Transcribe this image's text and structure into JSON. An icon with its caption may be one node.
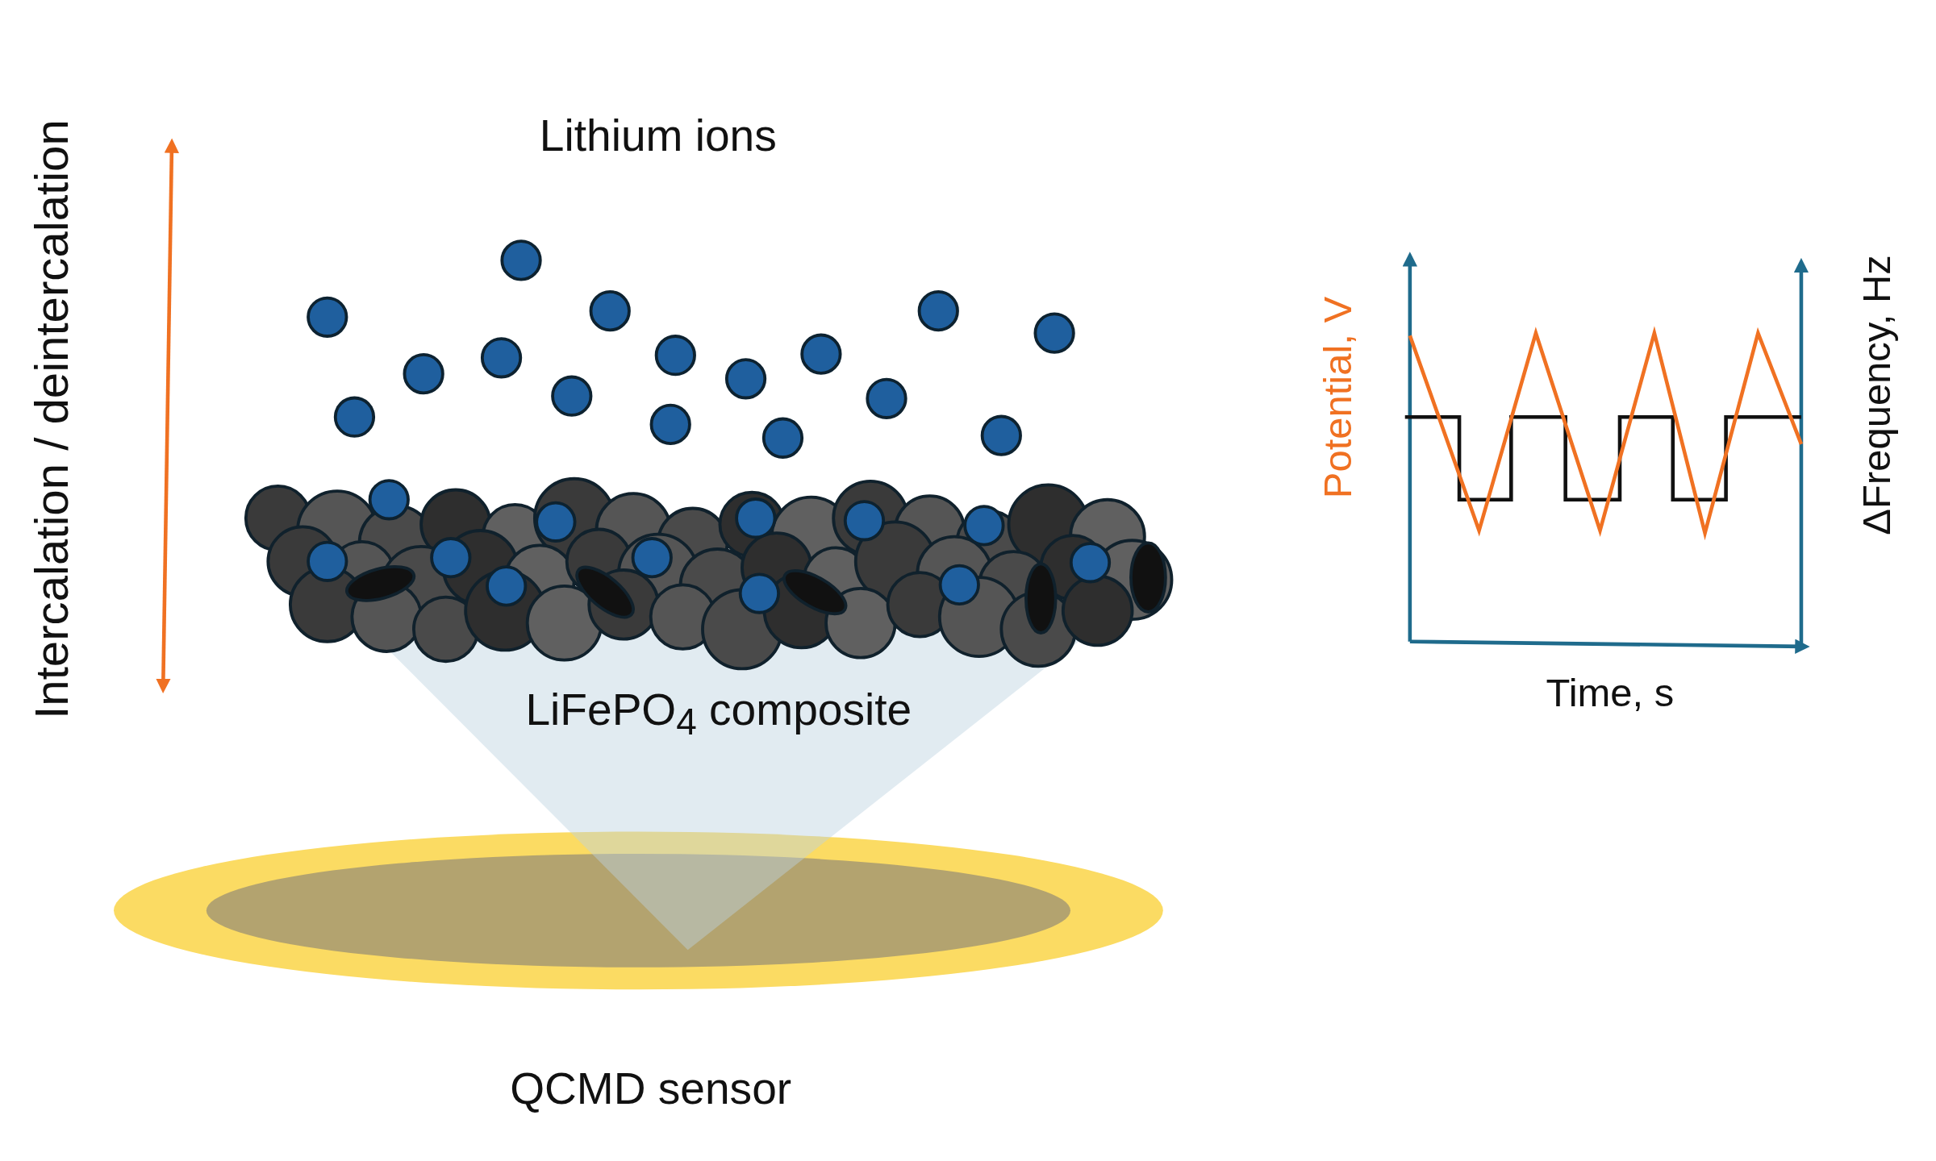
{
  "diagram": {
    "labels": [
      "Intercalation / deintercalation",
      "Lithium ions",
      "LiFePO$_{4}$ composite",
      "QCMD sensor",
      "Potential, V",
      "ΔFrequency, Hz",
      "Time, s"
    ]
  }
}
